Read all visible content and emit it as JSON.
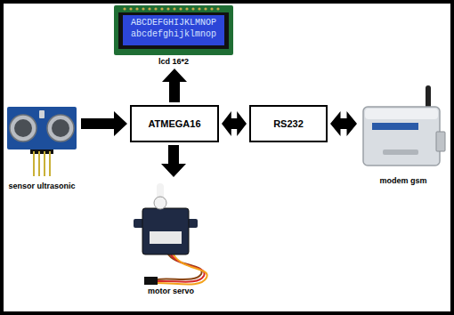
{
  "diagram": {
    "nodes": [
      {
        "text": [
          "ABCDEFGHIJKLMNOP",
          "abcdefghijklmnop",
          "lcd 16*2"
        ]
      },
      {
        "text": [
          "sensor ultrasonic"
        ]
      },
      {
        "text": [
          "ATMEGA16"
        ]
      },
      {
        "text": [
          "RS232"
        ]
      },
      {
        "text": [
          "modem gsm"
        ]
      },
      {
        "text": [
          "motor servo"
        ]
      }
    ],
    "edges": [
      {
        "from": 1,
        "to": 2,
        "arrow": "to"
      },
      {
        "from": 2,
        "to": 0,
        "arrow": "to"
      },
      {
        "from": 2,
        "to": 3,
        "arrow": "both"
      },
      {
        "from": 3,
        "to": 4,
        "arrow": "both"
      },
      {
        "from": 2,
        "to": 5,
        "arrow": "to"
      }
    ]
  }
}
